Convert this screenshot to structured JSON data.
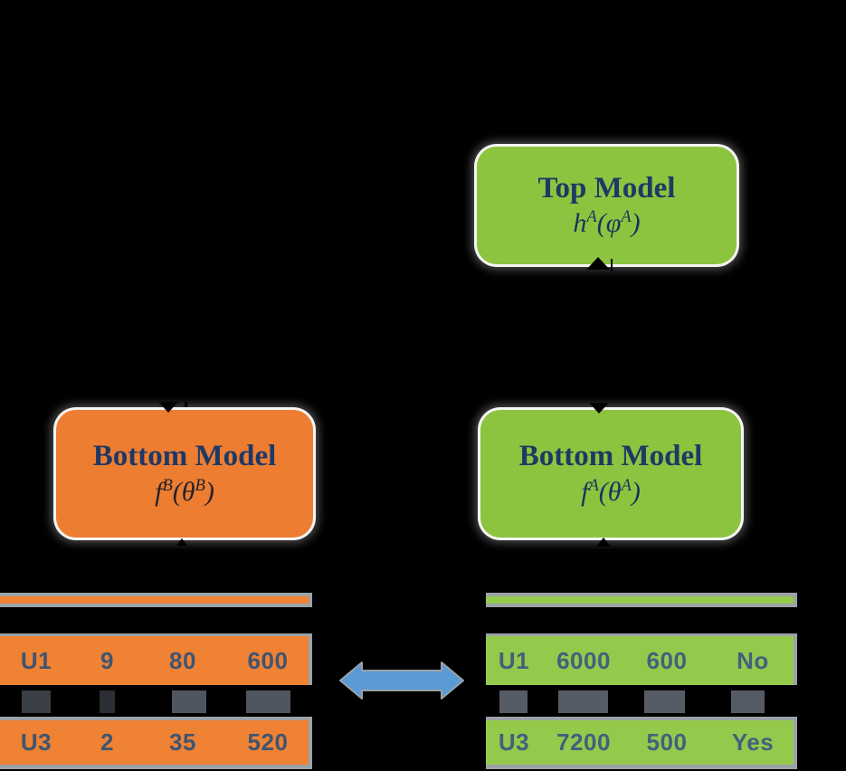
{
  "theme": {
    "bg": "#000000",
    "green": "#8CC43F",
    "green-row": "#95C94C",
    "orange": "#ED7D31",
    "orange-row": "#F08233",
    "navy": "#1F3864",
    "gray": "#9CA2A8",
    "redact": "#50565F",
    "arrow-blue": "#5B9BD5",
    "left-text": "#3F5570",
    "right-text": "#44607C"
  },
  "diagram": {
    "top_model": {
      "title": "Top Model",
      "formula": {
        "fn": "h",
        "fn_sup": "A",
        "open": "(",
        "arg": "φ",
        "arg_sup": "A",
        "close": ")"
      }
    },
    "bottom_model_b": {
      "title": "Bottom Model",
      "formula": {
        "fn": "f",
        "fn_sup": "B",
        "open": "(",
        "arg": "θ",
        "arg_sup": "B",
        "close": ")"
      }
    },
    "bottom_model_a": {
      "title": "Bottom Model",
      "formula": {
        "fn": "f",
        "fn_sup": "A",
        "open": "(",
        "arg": "θ",
        "arg_sup": "A",
        "close": ")"
      }
    }
  },
  "party_b_table": {
    "rows": [
      [
        "U1",
        "9",
        "80",
        "600"
      ],
      [
        "U3",
        "2",
        "35",
        "520"
      ]
    ]
  },
  "party_a_table": {
    "rows": [
      [
        "U1",
        "6000",
        "600",
        "No"
      ],
      [
        "U3",
        "7200",
        "500",
        "Yes"
      ]
    ]
  },
  "icons": {
    "exchange_arrow": "double-headed-arrow",
    "up_arrowhead": "arrowhead-up",
    "down_arrowhead": "arrowhead-down"
  }
}
